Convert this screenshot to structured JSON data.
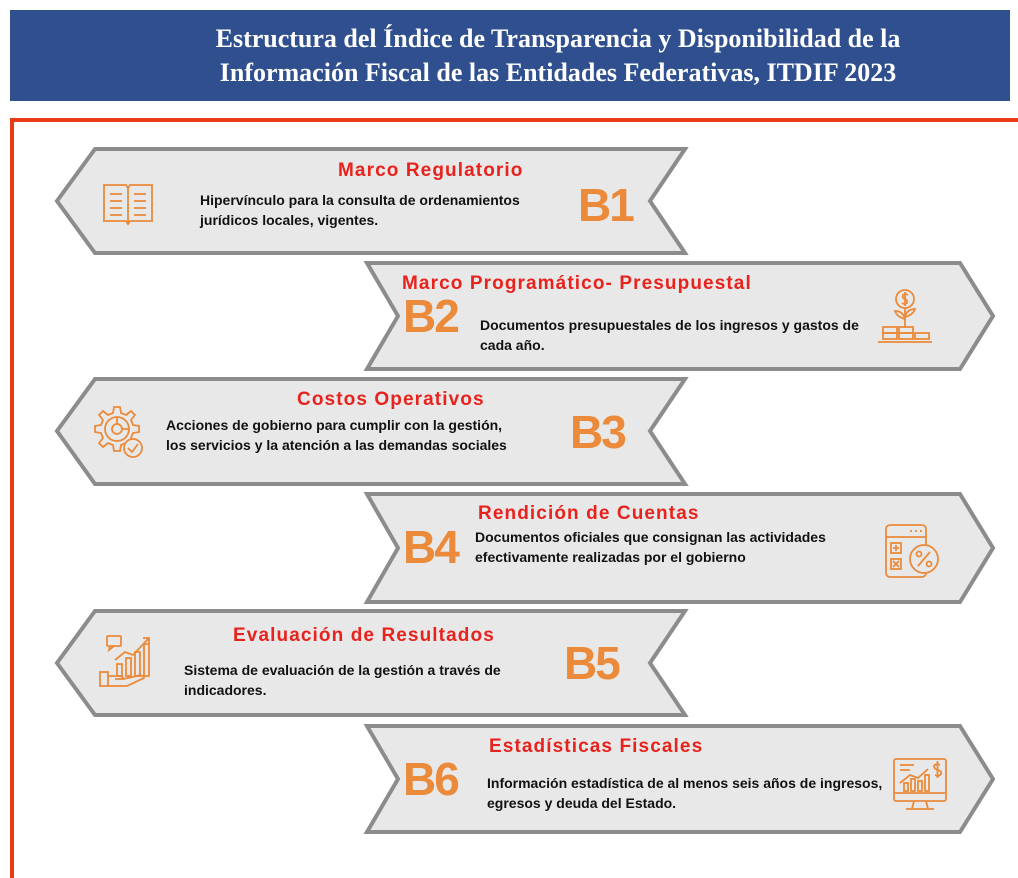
{
  "header": {
    "line1": "Estructura del Índice de Transparencia y Disponibilidad de la",
    "line2": "Información Fiscal de las Entidades Federativas, ITDIF 2023"
  },
  "colors": {
    "header_bg": "#2f4f8f",
    "frame": "#ea3b17",
    "arrow_fill": "#e8e8e8",
    "arrow_border": "#8c8c8c",
    "title": "#e8221d",
    "code": "#ea8a3a",
    "icon": "#ea8a3a"
  },
  "blocks": [
    {
      "code": "B1",
      "title": "Marco Regulatorio",
      "desc": "Hipervínculo para la consulta de ordenamientos jurídicos locales, vigentes.",
      "direction": "left",
      "icon": "book-icon"
    },
    {
      "code": "B2",
      "title": "Marco Programático- Presupuestal",
      "desc": "Documentos presupuestales de los ingresos y gastos de cada año.",
      "direction": "right",
      "icon": "money-growth-icon"
    },
    {
      "code": "B3",
      "title": "Costos Operativos",
      "desc": "Acciones de gobierno para cumplir con la gestión, los servicios y la atención a las demandas sociales",
      "direction": "left",
      "icon": "gear-check-icon"
    },
    {
      "code": "B4",
      "title": "Rendición de Cuentas",
      "desc": "Documentos oficiales que consignan las actividades efectivamente realizadas por el gobierno",
      "direction": "right",
      "icon": "calculator-percent-icon"
    },
    {
      "code": "B5",
      "title": "Evaluación de Resultados",
      "desc": "Sistema de evaluación de la gestión a través de indicadores.",
      "direction": "left",
      "icon": "hand-chart-icon"
    },
    {
      "code": "B6",
      "title": "Estadísticas Fiscales",
      "desc": "Información estadística de al menos seis años de ingresos, egresos y deuda del Estado.",
      "direction": "right",
      "icon": "monitor-stats-icon"
    }
  ]
}
